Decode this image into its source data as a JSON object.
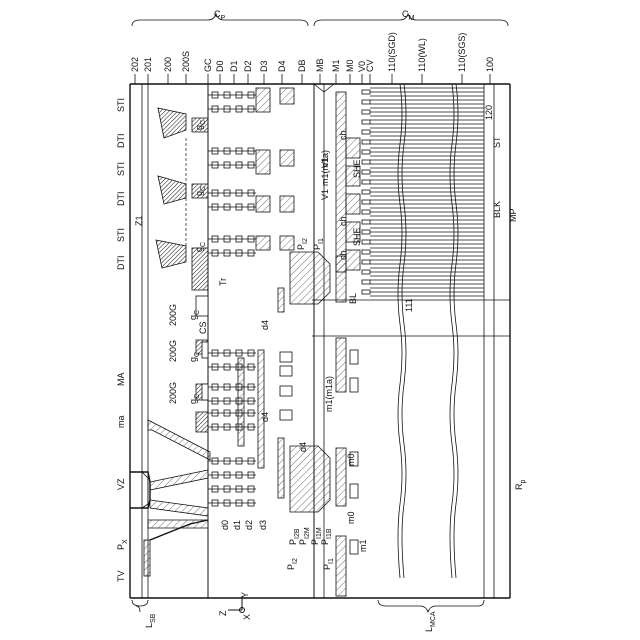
{
  "figure": {
    "left_labels": [
      "TV",
      "VZ",
      "ma",
      "MA",
      "Tr",
      "CS",
      "Z1"
    ],
    "px": {
      "main": "P",
      "sub": "X"
    },
    "pp_sub": "p",
    "cp": {
      "main": "C",
      "sub": "P"
    },
    "cm": {
      "main": "C",
      "sub": "M"
    },
    "lsb": {
      "main": "L",
      "sub": "SB"
    },
    "lmca": {
      "main": "L",
      "sub": "MCA"
    },
    "rp": {
      "main": "R",
      "sub": "P"
    },
    "top_labels": [
      "202",
      "201",
      "200",
      "200S",
      "GC",
      "D0",
      "D1",
      "D2",
      "D3",
      "D4",
      "DB",
      "MB",
      "M1",
      "M0",
      "V0",
      "CV",
      "110(SGD)",
      "110(WL)",
      "110(SGS)",
      "100"
    ],
    "dti": "DTI",
    "sti": "STI",
    "g200": "200G",
    "gc": {
      "main": "g",
      "sub": "C"
    },
    "d4": "d4",
    "d_labels": [
      "d0",
      "d1",
      "d2",
      "d3"
    ],
    "ch": "ch",
    "v1": "V1",
    "she": "SHE",
    "m1m1a": "m1(m1a)",
    "pi2": {
      "main": "P",
      "sub": "I2"
    },
    "pi1": {
      "main": "P",
      "sub": "I1"
    },
    "pi2b": {
      "main": "P",
      "sub": "I2B"
    },
    "pi2m": {
      "main": "P",
      "sub": "I2M"
    },
    "pi1m": {
      "main": "P",
      "sub": "I1M"
    },
    "pi1b": {
      "main": "P",
      "sub": "I1B"
    },
    "m0": "m0",
    "m1": "m1",
    "bl": "BL",
    "st": "ST",
    "n120": "120",
    "blk": "BLK",
    "mp": "MP",
    "n111": "111",
    "axes": {
      "z": "Z",
      "x": "X",
      "y": "Y"
    }
  }
}
